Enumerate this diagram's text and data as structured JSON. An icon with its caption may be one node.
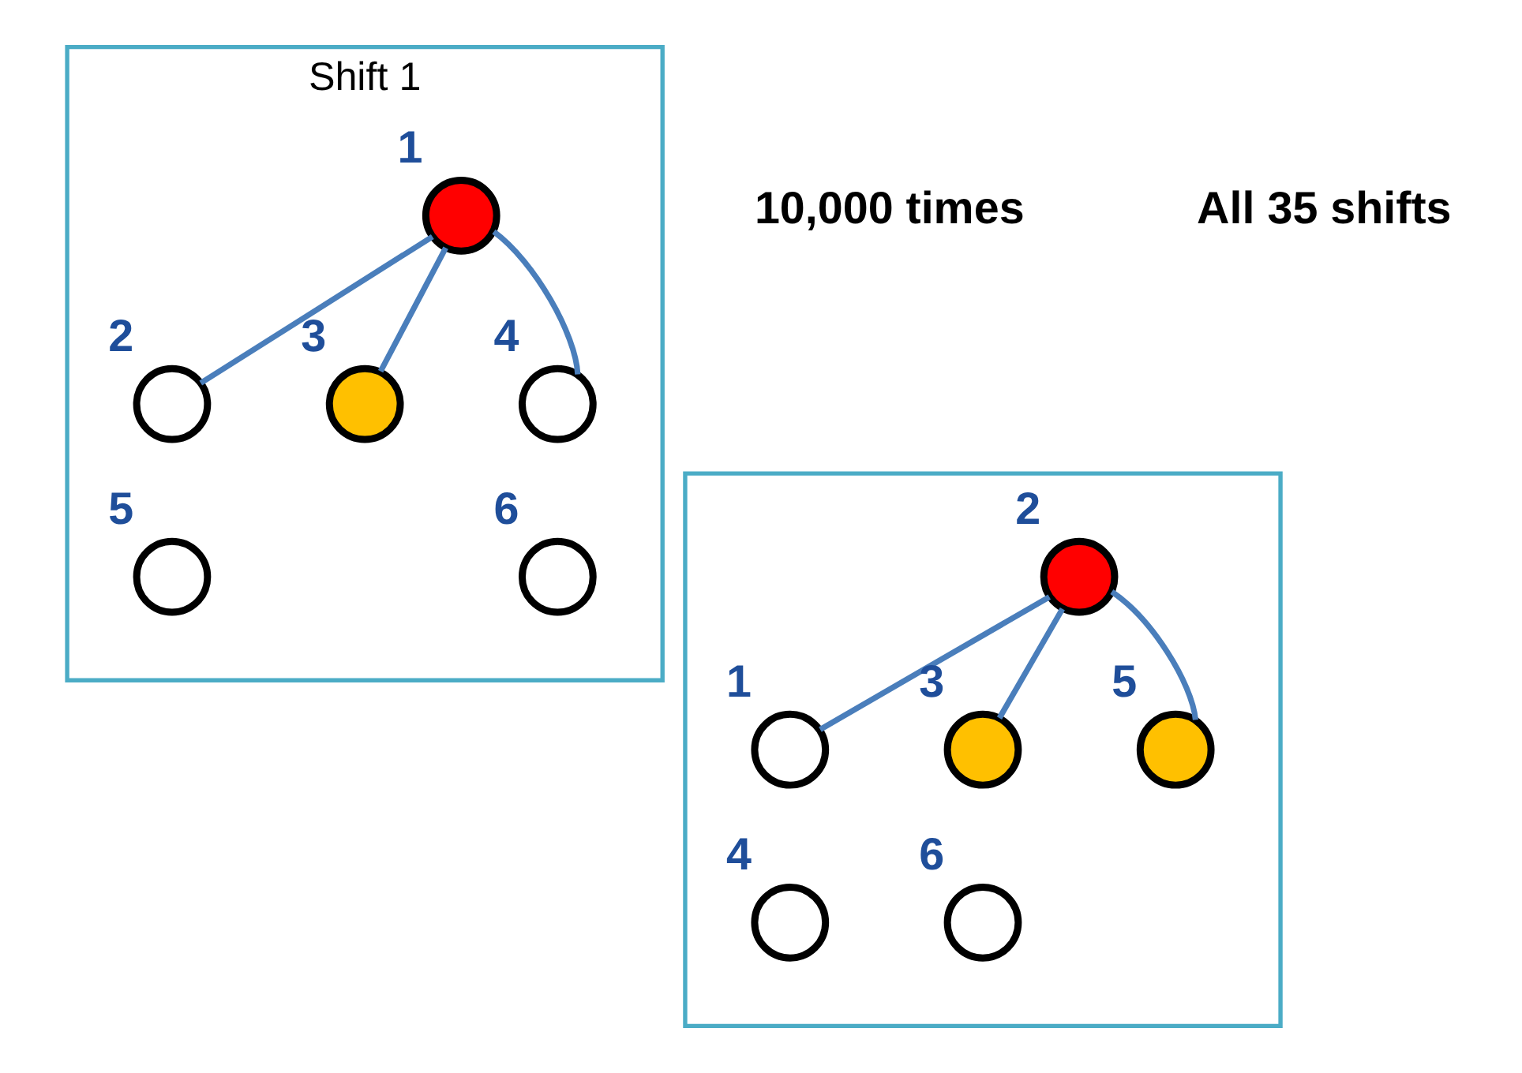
{
  "diagram": {
    "nodes": [
      {
        "text": [
          "Shift 1"
        ]
      },
      {
        "text": [],
        "shape": "circle",
        "beside": [
          "1"
        ],
        "in": 0
      },
      {
        "text": [],
        "shape": "circle",
        "beside": [
          "2"
        ],
        "in": 0
      },
      {
        "text": [],
        "shape": "circle",
        "beside": [
          "3"
        ],
        "in": 0
      },
      {
        "text": [],
        "shape": "circle",
        "beside": [
          "4"
        ],
        "in": 0
      },
      {
        "text": [],
        "shape": "circle",
        "beside": [
          "5"
        ],
        "in": 0
      },
      {
        "text": [],
        "shape": "circle",
        "beside": [
          "6"
        ],
        "in": 0
      },
      {
        "text": [],
        "shape": "box"
      },
      {
        "text": [],
        "shape": "circle",
        "beside": [
          "1"
        ],
        "in": 7
      },
      {
        "text": [],
        "shape": "circle",
        "beside": [
          "2"
        ],
        "in": 7
      },
      {
        "text": [],
        "shape": "circle",
        "beside": [
          "3"
        ],
        "in": 7
      },
      {
        "text": [],
        "shape": "circle",
        "beside": [
          "4"
        ],
        "in": 7
      },
      {
        "text": [],
        "shape": "circle",
        "beside": [
          "5"
        ],
        "in": 7
      },
      {
        "text": [],
        "shape": "circle",
        "beside": [
          "6"
        ],
        "in": 7
      }
    ],
    "edges": [
      {
        "from": 1,
        "to": 4,
        "arrow": "none"
      },
      {
        "from": 1,
        "to": 2,
        "arrow": "none"
      },
      {
        "from": 1,
        "to": 3,
        "arrow": "none"
      },
      {
        "from": 9,
        "to": 8,
        "arrow": "none"
      },
      {
        "from": 9,
        "to": 12,
        "arrow": "none"
      },
      {
        "from": 9,
        "to": 10,
        "arrow": "none"
      }
    ],
    "labels": [
      "10,000 times",
      "All 35 shifts"
    ]
  }
}
